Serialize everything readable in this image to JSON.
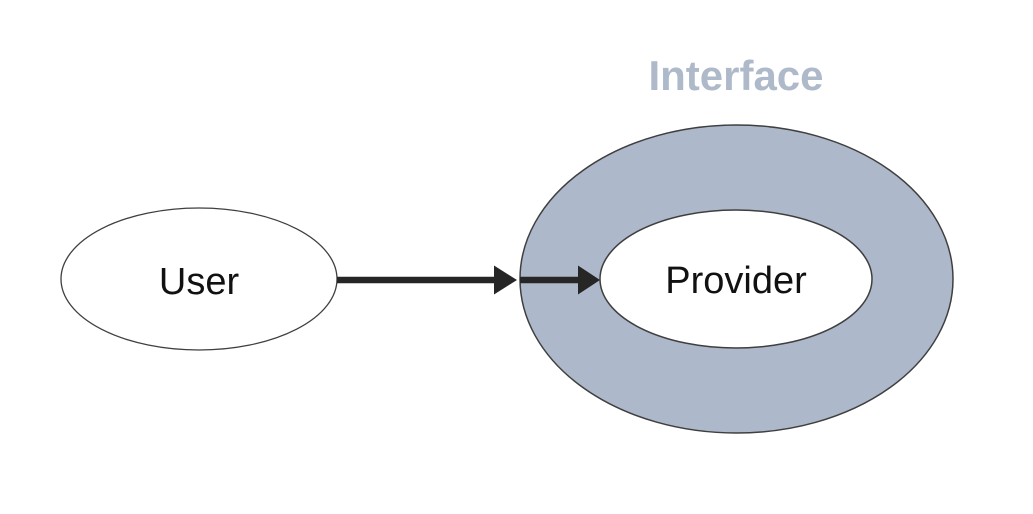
{
  "diagram": {
    "nodes": {
      "user": {
        "label": "User"
      },
      "provider": {
        "label": "Provider"
      },
      "interface": {
        "label": "Interface"
      }
    },
    "edges": [
      {
        "from": "user",
        "to": "provider",
        "style": "double-arrowhead"
      }
    ],
    "colors": {
      "background": "#ffffff",
      "interface_fill": "#adb9ca",
      "interface_label": "#aeb9ca",
      "node_fill": "#ffffff",
      "outline": "#3f3f3f",
      "arrow": "#262626",
      "label_text": "#111111"
    }
  }
}
